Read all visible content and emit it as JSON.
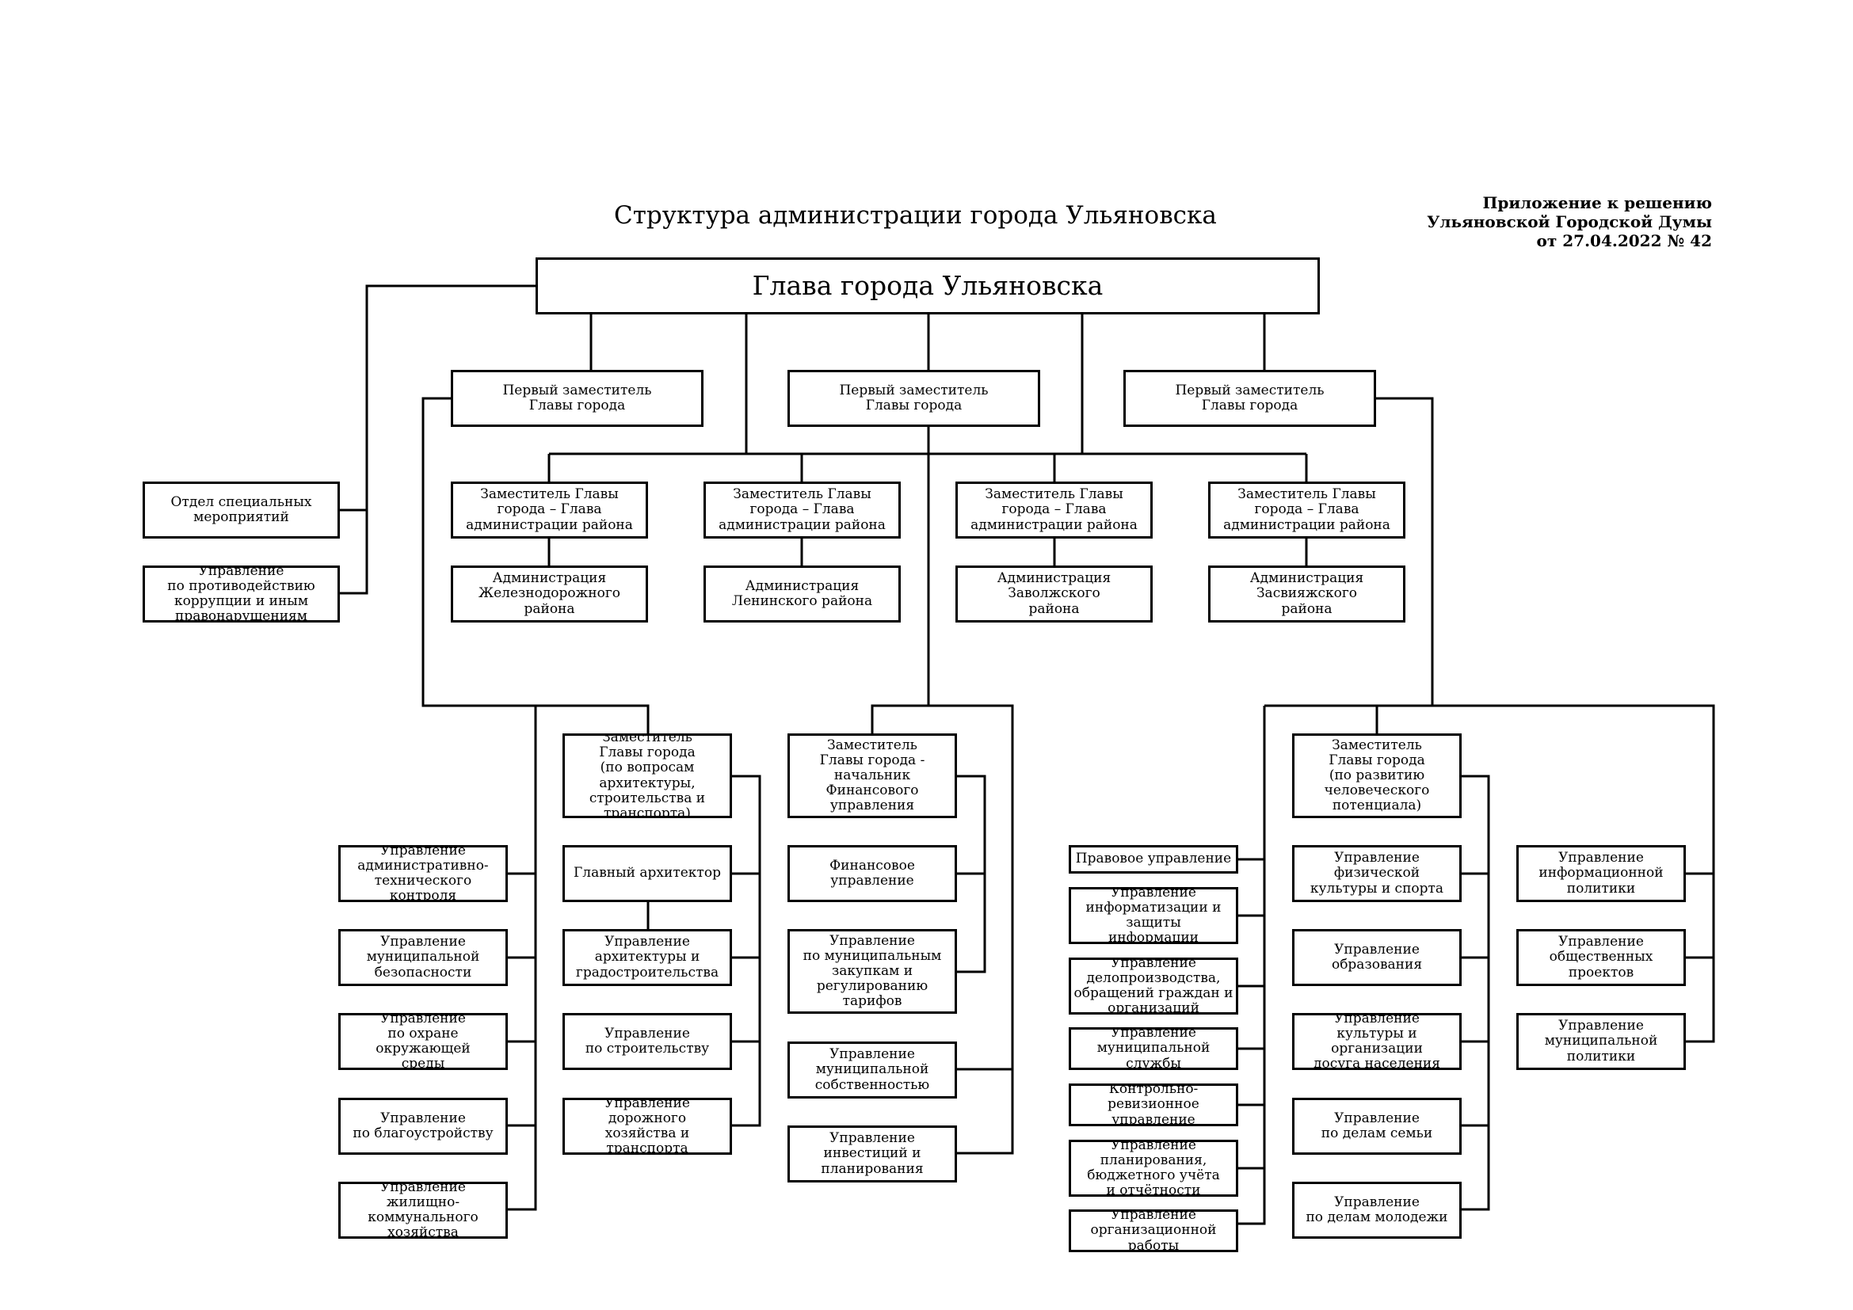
{
  "title": "Структура администрации города Ульяновска",
  "appendix": {
    "line1": "Приложение к решению",
    "line2": "Ульяновской Городской Думы",
    "line3": "от 27.04.2022 № 42"
  },
  "nodes": {
    "head": "Глава города Ульяновска",
    "first_deputy_left": "Первый заместитель\nГлавы  города",
    "first_deputy_center": "Первый заместитель\nГлавы  города",
    "first_deputy_right": "Первый заместитель\nГлавы  города",
    "special_events_dept": "Отдел специальных\nмероприятий",
    "anticorruption_dept": "Управление\nпо противодействию\nкоррупции и иным\nправонарушениям",
    "deputy_district_1": "Заместитель Главы\nгорода – Глава\nадминистрации района",
    "deputy_district_2": "Заместитель Главы\nгорода – Глава\nадминистрации района",
    "deputy_district_3": "Заместитель Главы\nгорода – Глава\nадминистрации района",
    "deputy_district_4": "Заместитель Главы\nгорода – Глава\nадминистрации района",
    "district_railway": "Администрация\nЖелезнодорожного\nрайона",
    "district_lenin": "Администрация\nЛенинского района",
    "district_zavolzh": "Администрация\nЗаволжского\nрайона",
    "district_zasviyazh": "Администрация\nЗасвияжского\nрайона",
    "deputy_architecture": "Заместитель\nГлавы  города\n(по вопросам\nархитектуры,\nстроительства и\nтранспорта)",
    "chief_architect": "Главный архитектор",
    "dept_architecture": "Управление\nархитектуры и\nградостроительства",
    "dept_construction": "Управление\nпо строительству",
    "dept_roads": "Управление дорожного\nхозяйства и транспорта",
    "dept_admin_tech": "Управление\nадминистративно-\nтехнического контроля",
    "dept_municipal_security": "Управление\nмуниципальной\nбезопасности",
    "dept_environment": "Управление\nпо охране окружающей\nсреды",
    "dept_landscaping": "Управление\nпо благоустройству",
    "dept_housing": "Управление жилищно-\nкоммунального\nхозяйства",
    "deputy_finance": "Заместитель\nГлавы города -\nначальник\nФинансового\nуправления",
    "dept_finance": "Финансовое\nуправление",
    "dept_procurement": "Управление\nпо муниципальным\nзакупкам и\nрегулированию тарифов",
    "dept_property": "Управление\nмуниципальной\nсобственностью",
    "dept_investment": "Управление\nинвестиций и\nпланирования",
    "dept_legal": "Правовое управление",
    "dept_informatization": "Управление\nинформатизации и\nзащиты\nинформации",
    "dept_records": "Управление\nделопроизводства,\nобращений граждан и\nорганизаций",
    "dept_municipal_service": "Управление\nмуниципальной\nслужбы",
    "dept_audit": "Контрольно-\nревизионное\nуправление",
    "dept_budget": "Управление\nпланирования,\nбюджетного учёта\nи отчётности",
    "dept_organizational": "Управление\nорганизационной\nработы",
    "deputy_human": "Заместитель\nГлавы города\n(по развитию\nчеловеческого\nпотенциала)",
    "dept_sport": "Управление\nфизической\nкультуры и спорта",
    "dept_education": "Управление\nобразования",
    "dept_culture": "Управление\nкультуры и организации\nдосуга населения",
    "dept_family": "Управление\nпо делам семьи",
    "dept_youth": "Управление\nпо делам молодежи",
    "dept_info_policy": "Управление\nинформационной\nполитики",
    "dept_public_projects": "Управление\nобщественных проектов",
    "dept_municipal_policy": "Управление\nмуниципальной\nполитики"
  }
}
